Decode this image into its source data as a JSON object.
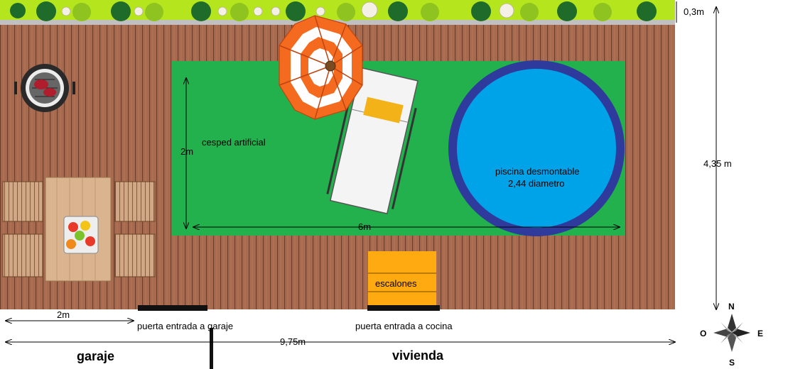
{
  "colors": {
    "deck": "#a86a4e",
    "deck_line": "#6e3e2a",
    "lawn": "#22b14c",
    "hedge_strip": "#b5e61d",
    "pool_ring": "#2e3a9c",
    "pool_water": "#00a2e8",
    "steps": "#ffaa10",
    "door": "#111111"
  },
  "labels": {
    "lawn": "cesped artificial",
    "lawn_height": "2m",
    "lawn_width": "6m",
    "pool_line1": "piscina desmontable",
    "pool_line2": "2,44 diametro",
    "steps": "escalones",
    "strip_depth": "0,3m",
    "garden_depth": "4,35 m",
    "garage_width": "2m",
    "total_width": "9,75m",
    "door_garage": "puerta entrada a garaje",
    "door_kitchen": "puerta entrada a cocina",
    "zone_garage": "garaje",
    "zone_house": "vivienda"
  },
  "compass": {
    "north": "N",
    "south": "S",
    "east": "E",
    "west": "O"
  },
  "icons": [
    "barbecue-grill-icon",
    "patio-umbrella-icon",
    "sun-lounger-icon",
    "shrub-icon",
    "flower-icon",
    "fruit-bowl-icon",
    "compass-rose-icon"
  ]
}
